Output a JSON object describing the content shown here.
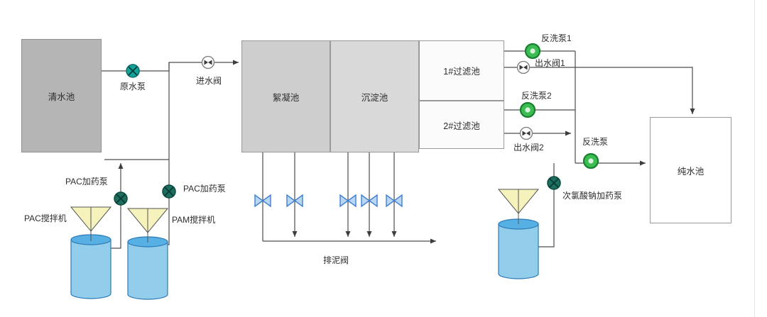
{
  "diagram": {
    "tanks": {
      "clear_water": "清水池",
      "flocculation": "絮凝池",
      "sedimentation": "沉淀池",
      "filter1": "1#过滤池",
      "filter2": "2#过滤池",
      "pure_water": "纯水池"
    },
    "pumps": {
      "raw_water": "原水泵",
      "pac_dosing_1": "PAC加药泵",
      "pac_dosing_2": "PAC加药泵",
      "backwash_1": "反洗泵1",
      "backwash_2": "反洗泵2",
      "backwash": "反洗泵",
      "naclo_dosing": "次氯酸钠加药泵"
    },
    "valves": {
      "inlet": "进水阀",
      "outlet_1": "出水阀1",
      "outlet_2": "出水阀2",
      "sludge": "排泥阀"
    },
    "mixers": {
      "pac": "PAC搅拌机",
      "pam": "PAM搅拌机"
    },
    "colors": {
      "pump_teal": "#14a39a",
      "pump_dark_teal": "#1d6e5e",
      "pump_green": "#3cbd52",
      "tank_gray": "#b5b5b5",
      "cylinder_blue": "#92cdec",
      "funnel_yellow": "#f6f2bc",
      "sludge_valve_blue": "#3f7fd0",
      "pipe_line": "#4d4d4d"
    }
  }
}
